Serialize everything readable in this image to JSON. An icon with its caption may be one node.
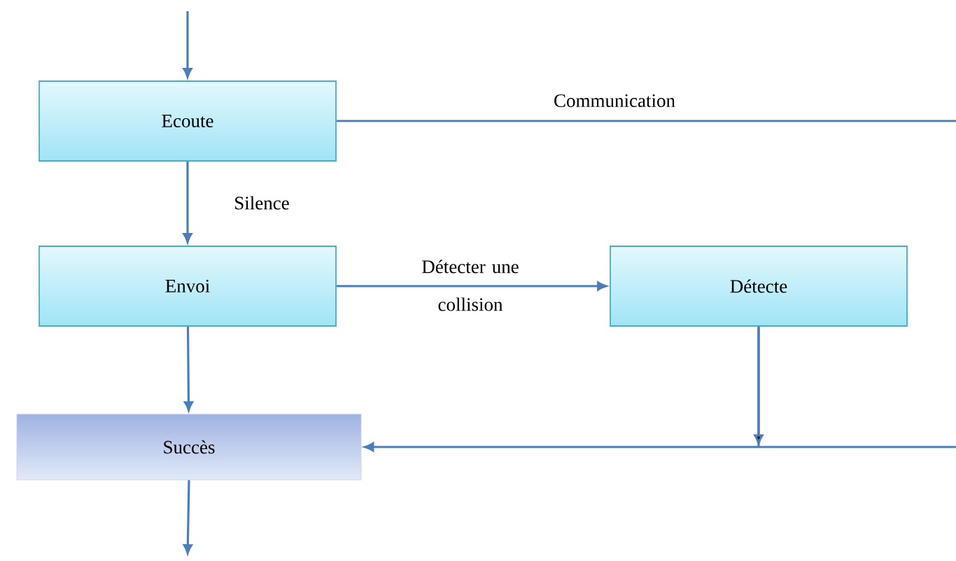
{
  "diagram": {
    "nodes": [
      {
        "text": [
          "Ecoute"
        ]
      },
      {
        "text": [
          "Envoi"
        ]
      },
      {
        "text": [
          "Détecte"
        ]
      },
      {
        "text": [
          "Succès"
        ]
      }
    ],
    "edges": [
      {
        "from": null,
        "to": 0,
        "arrow": "to"
      },
      {
        "from": 0,
        "to": 1,
        "arrow": "to",
        "label": "Silence"
      },
      {
        "from": 0,
        "to": null,
        "arrow": "none",
        "label": "Communication"
      },
      {
        "from": 1,
        "to": 2,
        "arrow": "to",
        "label": "Détecter une collision"
      },
      {
        "from": 1,
        "to": 3,
        "arrow": "to"
      },
      {
        "from": 2,
        "to": 3,
        "arrow": "to"
      },
      {
        "from": null,
        "to": 3,
        "arrow": "to"
      },
      {
        "from": 3,
        "to": null,
        "arrow": "to"
      }
    ]
  }
}
